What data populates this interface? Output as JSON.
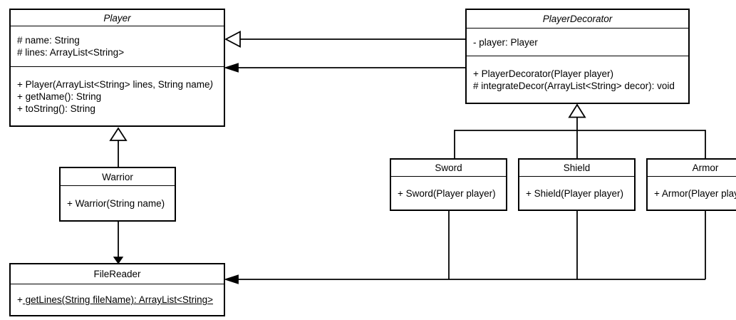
{
  "diagram": {
    "kind": "uml-class-diagram",
    "background_color": "#ffffff",
    "stroke_color": "#000000"
  },
  "classes": {
    "player": {
      "name": "Player",
      "abstract": true,
      "attributes": [
        "# name: String",
        "# lines: ArrayList<String>"
      ],
      "methods": {
        "constructor_main": "+ Player(ArrayList<String> lines, String name",
        "constructor_italic_tail": ")",
        "m1": "+ getName(): String",
        "m2": "+ toString(): String"
      }
    },
    "player_decorator": {
      "name": "PlayerDecorator",
      "abstract": true,
      "attributes": [
        "- player: Player"
      ],
      "methods": [
        "+ PlayerDecorator(Player player)",
        "# integrateDecor(ArrayList<String> decor): void"
      ]
    },
    "warrior": {
      "name": "Warrior",
      "methods": [
        "+ Warrior(String name)"
      ]
    },
    "sword": {
      "name": "Sword",
      "methods": [
        "+ Sword(Player player)"
      ]
    },
    "shield": {
      "name": "Shield",
      "methods": [
        "+ Shield(Player player)"
      ]
    },
    "armor": {
      "name": "Armor",
      "methods": [
        "+ Armor(Player player)"
      ]
    },
    "file_reader": {
      "name": "FileReader",
      "method_prefix": "+",
      "method_underlined": " getLines(String fileName): ArrayList<String>"
    }
  },
  "relationships": [
    {
      "type": "generalization",
      "from": "PlayerDecorator",
      "to": "Player",
      "arrowhead": "hollow-triangle"
    },
    {
      "type": "directed-association",
      "from": "PlayerDecorator",
      "to": "Player",
      "arrowhead": "solid-arrow"
    },
    {
      "type": "generalization",
      "from": "Warrior",
      "to": "Player",
      "arrowhead": "hollow-triangle"
    },
    {
      "type": "directed-association",
      "from": "Warrior",
      "to": "FileReader",
      "arrowhead": "solid-arrow"
    },
    {
      "type": "generalization",
      "from": "Sword",
      "to": "PlayerDecorator",
      "arrowhead": "hollow-triangle"
    },
    {
      "type": "generalization",
      "from": "Shield",
      "to": "PlayerDecorator",
      "arrowhead": "hollow-triangle"
    },
    {
      "type": "generalization",
      "from": "Armor",
      "to": "PlayerDecorator",
      "arrowhead": "hollow-triangle"
    },
    {
      "type": "directed-association",
      "from": "Sword, Shield, Armor",
      "to": "FileReader",
      "arrowhead": "solid-arrow"
    }
  ]
}
